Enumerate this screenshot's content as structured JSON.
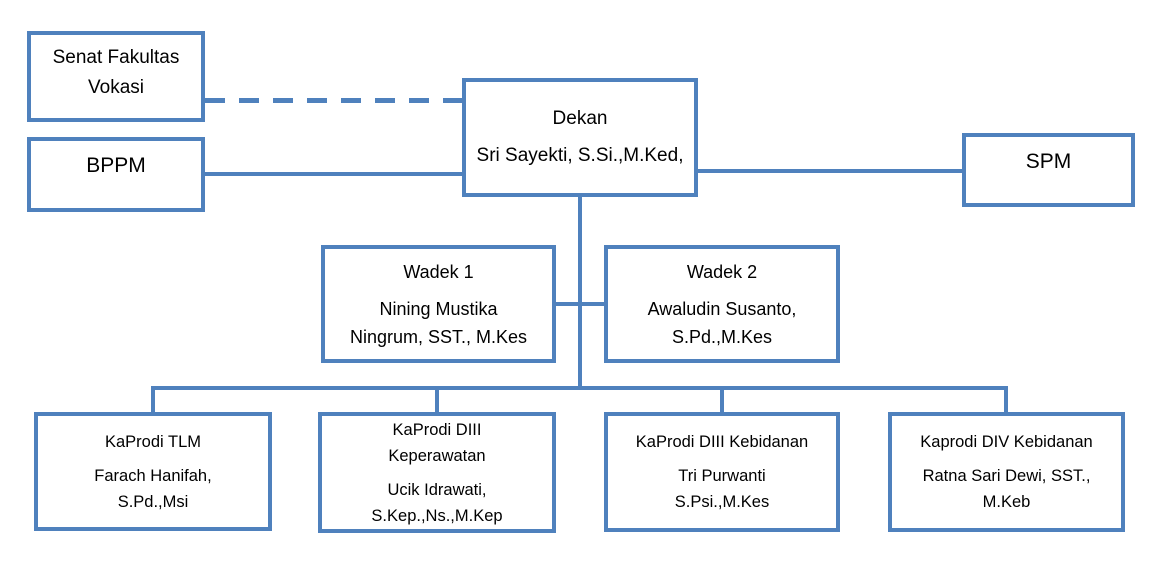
{
  "colors": {
    "accent": "#4f81bd",
    "text": "#000000",
    "background": "#ffffff"
  },
  "nodes": [
    {
      "id": "senat-fakultas-vokasi",
      "title_lines": [
        "Senat Fakultas",
        "Vokasi"
      ],
      "name_lines": []
    },
    {
      "id": "bppm",
      "title_lines": [
        "BPPM"
      ],
      "name_lines": []
    },
    {
      "id": "dekan",
      "title_lines": [
        "Dekan"
      ],
      "name_lines": [
        "Sri Sayekti, S.Si.,M.Ked,"
      ]
    },
    {
      "id": "spm",
      "title_lines": [
        "SPM"
      ],
      "name_lines": []
    },
    {
      "id": "wadek-1",
      "title_lines": [
        "Wadek 1"
      ],
      "name_lines": [
        "Nining Mustika",
        "Ningrum, SST., M.Kes"
      ]
    },
    {
      "id": "wadek-2",
      "title_lines": [
        "Wadek 2"
      ],
      "name_lines": [
        "Awaludin Susanto,",
        "S.Pd.,M.Kes"
      ]
    },
    {
      "id": "kaprodi-tlm",
      "title_lines": [
        "KaProdi TLM"
      ],
      "name_lines": [
        "Farach Hanifah,",
        "S.Pd.,Msi"
      ]
    },
    {
      "id": "kaprodi-diii-keperawatan",
      "title_lines": [
        "KaProdi DIII",
        "Keperawatan"
      ],
      "name_lines": [
        "Ucik Idrawati,",
        "S.Kep.,Ns.,M.Kep"
      ]
    },
    {
      "id": "kaprodi-diii-kebidanan",
      "title_lines": [
        "KaProdi DIII Kebidanan"
      ],
      "name_lines": [
        "Tri Purwanti",
        "S.Psi.,M.Kes"
      ]
    },
    {
      "id": "kaprodi-div-kebidanan",
      "title_lines": [
        "Kaprodi DIV Kebidanan"
      ],
      "name_lines": [
        "Ratna Sari Dewi, SST.,",
        "M.Keb"
      ]
    }
  ]
}
